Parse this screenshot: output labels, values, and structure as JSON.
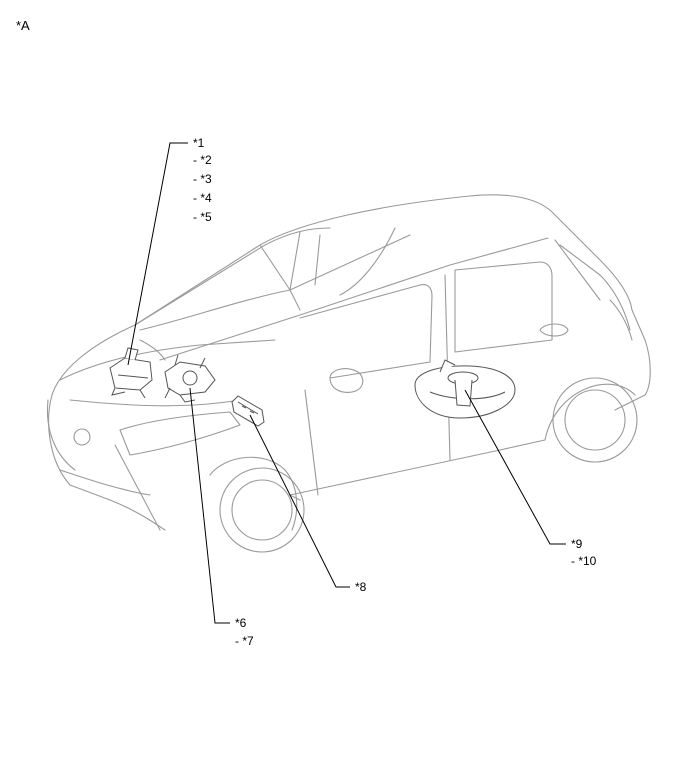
{
  "figure_label": "*A",
  "callouts": {
    "c1": "*1",
    "c2": "- *2",
    "c3": "- *3",
    "c4": "- *4",
    "c5": "- *5",
    "c6": "*6",
    "c7": "- *7",
    "c8": "*8",
    "c9": "*9",
    "c10": "- *10"
  },
  "colors": {
    "outline": "#9a9a9a",
    "leader": "#000000",
    "part": "#555555"
  }
}
